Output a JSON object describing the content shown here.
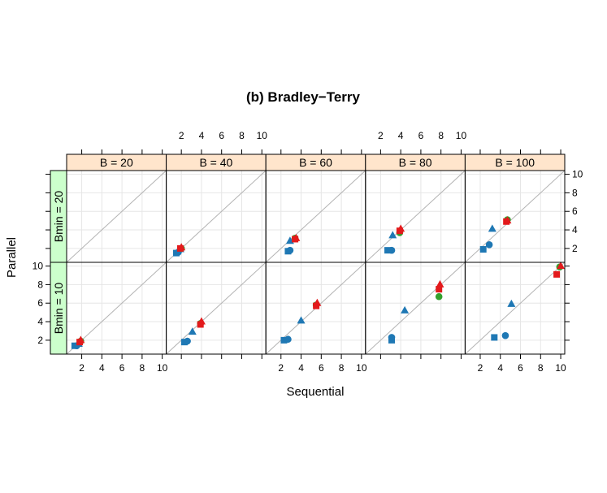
{
  "chart_data": {
    "type": "scatter",
    "title": "(b) Bradley−Terry",
    "xlabel": "Sequential",
    "ylabel": "Parallel",
    "xlim": [
      0.5,
      10.4
    ],
    "ylim": [
      0.5,
      10.4
    ],
    "ticks": [
      2,
      4,
      6,
      8,
      10
    ],
    "grid": true,
    "reference_line": "y = x",
    "columns": [
      {
        "label": "B =  20"
      },
      {
        "label": "B =  40"
      },
      {
        "label": "B =  60"
      },
      {
        "label": "B =  80"
      },
      {
        "label": "B = 100"
      }
    ],
    "rows": [
      {
        "label": "Bmin = 20"
      },
      {
        "label": "Bmin = 10"
      }
    ],
    "colors": {
      "blue": "#1f78b4",
      "green": "#33a02c",
      "red": "#e31a1c",
      "grid": "#e6e6e6",
      "reference": "#b3b3b3",
      "strip_col": "#ffe5cc",
      "strip_row": "#ccffcc"
    },
    "panels": [
      {
        "row": 0,
        "col": 0,
        "points": []
      },
      {
        "row": 0,
        "col": 1,
        "points": [
          {
            "shape": "square",
            "color": "blue",
            "x": 1.5,
            "y": 1.5
          },
          {
            "shape": "circle",
            "color": "blue",
            "x": 1.7,
            "y": 1.6
          },
          {
            "shape": "triangle",
            "color": "blue",
            "x": 1.9,
            "y": 1.9
          },
          {
            "shape": "circle",
            "color": "green",
            "x": 2.0,
            "y": 2.0
          },
          {
            "shape": "square",
            "color": "red",
            "x": 1.9,
            "y": 2.0
          },
          {
            "shape": "triangle",
            "color": "red",
            "x": 2.0,
            "y": 2.1
          }
        ]
      },
      {
        "row": 0,
        "col": 2,
        "points": [
          {
            "shape": "square",
            "color": "blue",
            "x": 2.7,
            "y": 1.7
          },
          {
            "shape": "circle",
            "color": "blue",
            "x": 2.9,
            "y": 1.8
          },
          {
            "shape": "triangle",
            "color": "blue",
            "x": 2.9,
            "y": 2.8
          },
          {
            "shape": "circle",
            "color": "green",
            "x": 3.4,
            "y": 3.1
          },
          {
            "shape": "square",
            "color": "red",
            "x": 3.4,
            "y": 3.0
          },
          {
            "shape": "triangle",
            "color": "red",
            "x": 3.5,
            "y": 3.1
          }
        ]
      },
      {
        "row": 0,
        "col": 3,
        "points": [
          {
            "shape": "square",
            "color": "blue",
            "x": 2.7,
            "y": 1.8
          },
          {
            "shape": "circle",
            "color": "blue",
            "x": 3.1,
            "y": 1.8
          },
          {
            "shape": "triangle",
            "color": "blue",
            "x": 3.2,
            "y": 3.4
          },
          {
            "shape": "circle",
            "color": "green",
            "x": 3.9,
            "y": 3.7
          },
          {
            "shape": "square",
            "color": "red",
            "x": 3.9,
            "y": 3.9
          },
          {
            "shape": "triangle",
            "color": "red",
            "x": 4.0,
            "y": 4.1
          }
        ]
      },
      {
        "row": 0,
        "col": 4,
        "points": [
          {
            "shape": "square",
            "color": "blue",
            "x": 2.3,
            "y": 1.9
          },
          {
            "shape": "circle",
            "color": "blue",
            "x": 2.9,
            "y": 2.4
          },
          {
            "shape": "triangle",
            "color": "blue",
            "x": 3.2,
            "y": 4.1
          },
          {
            "shape": "circle",
            "color": "green",
            "x": 4.7,
            "y": 5.1
          },
          {
            "shape": "square",
            "color": "red",
            "x": 4.6,
            "y": 4.9
          },
          {
            "shape": "triangle",
            "color": "red",
            "x": 4.7,
            "y": 5.0
          }
        ]
      },
      {
        "row": 1,
        "col": 0,
        "points": [
          {
            "shape": "square",
            "color": "blue",
            "x": 1.3,
            "y": 1.4
          },
          {
            "shape": "circle",
            "color": "blue",
            "x": 1.5,
            "y": 1.4
          },
          {
            "shape": "triangle",
            "color": "blue",
            "x": 1.7,
            "y": 1.6
          },
          {
            "shape": "circle",
            "color": "green",
            "x": 1.9,
            "y": 1.9
          },
          {
            "shape": "square",
            "color": "red",
            "x": 1.8,
            "y": 1.8
          },
          {
            "shape": "triangle",
            "color": "red",
            "x": 1.9,
            "y": 2.0
          }
        ]
      },
      {
        "row": 1,
        "col": 1,
        "points": [
          {
            "shape": "square",
            "color": "blue",
            "x": 2.3,
            "y": 1.8
          },
          {
            "shape": "circle",
            "color": "blue",
            "x": 2.6,
            "y": 1.9
          },
          {
            "shape": "triangle",
            "color": "blue",
            "x": 3.1,
            "y": 2.9
          },
          {
            "shape": "circle",
            "color": "green",
            "x": 3.9,
            "y": 3.8
          },
          {
            "shape": "square",
            "color": "red",
            "x": 3.9,
            "y": 3.7
          },
          {
            "shape": "triangle",
            "color": "red",
            "x": 4.0,
            "y": 4.0
          }
        ]
      },
      {
        "row": 1,
        "col": 2,
        "points": [
          {
            "shape": "square",
            "color": "blue",
            "x": 2.3,
            "y": 2.0
          },
          {
            "shape": "circle",
            "color": "blue",
            "x": 2.7,
            "y": 2.1
          },
          {
            "shape": "triangle",
            "color": "blue",
            "x": 4.0,
            "y": 4.1
          },
          {
            "shape": "circle",
            "color": "green",
            "x": 5.5,
            "y": 5.8
          },
          {
            "shape": "square",
            "color": "red",
            "x": 5.5,
            "y": 5.7
          },
          {
            "shape": "triangle",
            "color": "red",
            "x": 5.6,
            "y": 6.0
          }
        ]
      },
      {
        "row": 1,
        "col": 3,
        "points": [
          {
            "shape": "square",
            "color": "blue",
            "x": 3.1,
            "y": 2.0
          },
          {
            "shape": "circle",
            "color": "blue",
            "x": 3.1,
            "y": 2.3
          },
          {
            "shape": "triangle",
            "color": "blue",
            "x": 4.4,
            "y": 5.2
          },
          {
            "shape": "circle",
            "color": "green",
            "x": 7.8,
            "y": 6.7
          },
          {
            "shape": "square",
            "color": "red",
            "x": 7.8,
            "y": 7.5
          },
          {
            "shape": "triangle",
            "color": "red",
            "x": 7.9,
            "y": 8.0
          }
        ]
      },
      {
        "row": 1,
        "col": 4,
        "points": [
          {
            "shape": "square",
            "color": "blue",
            "x": 3.4,
            "y": 2.3
          },
          {
            "shape": "circle",
            "color": "blue",
            "x": 4.5,
            "y": 2.5
          },
          {
            "shape": "triangle",
            "color": "blue",
            "x": 5.1,
            "y": 5.9
          },
          {
            "shape": "circle",
            "color": "green",
            "x": 9.9,
            "y": 9.9
          },
          {
            "shape": "square",
            "color": "red",
            "x": 9.6,
            "y": 9.1
          },
          {
            "shape": "triangle",
            "color": "red",
            "x": 10.0,
            "y": 10.0
          }
        ]
      }
    ]
  }
}
